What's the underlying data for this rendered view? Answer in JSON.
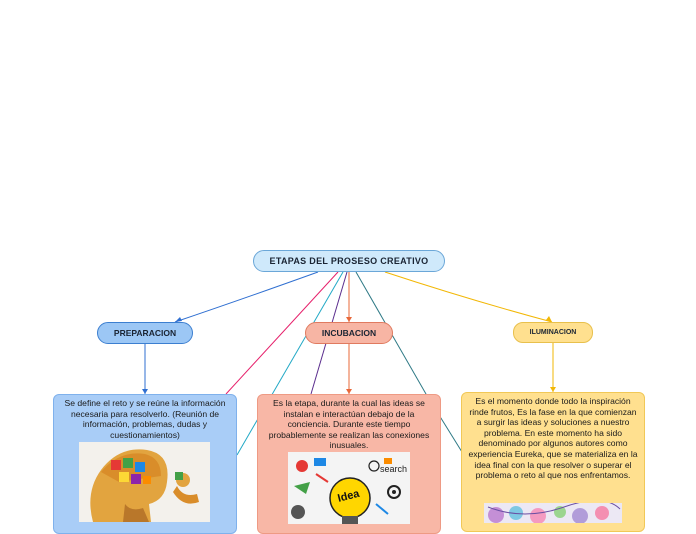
{
  "root": {
    "label": "ETAPAS DEL PROSESO CREATIVO"
  },
  "branches": [
    {
      "label": "PREPARACION",
      "text": "Se define el reto y se reúne la información necesaria para resolverlo. (Reunión de información, problemas, dudas y cuestionamientos)",
      "image": "head-puzzle-thinking-illustration"
    },
    {
      "label": "INCUBACION",
      "text": "Es la etapa, durante la cual las ideas se instalan e interactúan debajo de la conciencia. Durante este tiempo probablemente se realizan las conexiones inusuales.",
      "image": "idea-lightbulb-doodles-illustration"
    },
    {
      "label": "ILUMINACION",
      "text": "Es el momento donde todo la inspiración rinde frutos, Es la fase en la que comienzan a surgir las ideas y soluciones a nuestro problema. En este momento ha sido denominado por algunos autores como experiencia Eureka, que se materializa en la idea final con la que resolver o superar el problema o reto al que nos enfrentamos.",
      "image": "colorful-sketch-collage-illustration"
    }
  ],
  "image_words": {
    "idea": "Idea",
    "search": "search"
  },
  "colors": {
    "root_fill": "#cfe9fb",
    "preparacion": "#9cc7f5",
    "incubacion": "#f7b5a4",
    "iluminacion": "#ffe08f",
    "link_blue": "#2f6fd1",
    "link_orange": "#e8683a",
    "link_yellow": "#f2b705",
    "link_pink": "#e6206b",
    "link_teal": "#23a9c6",
    "link_purple": "#5b2d8e",
    "link_darkteal": "#2f7a86"
  }
}
